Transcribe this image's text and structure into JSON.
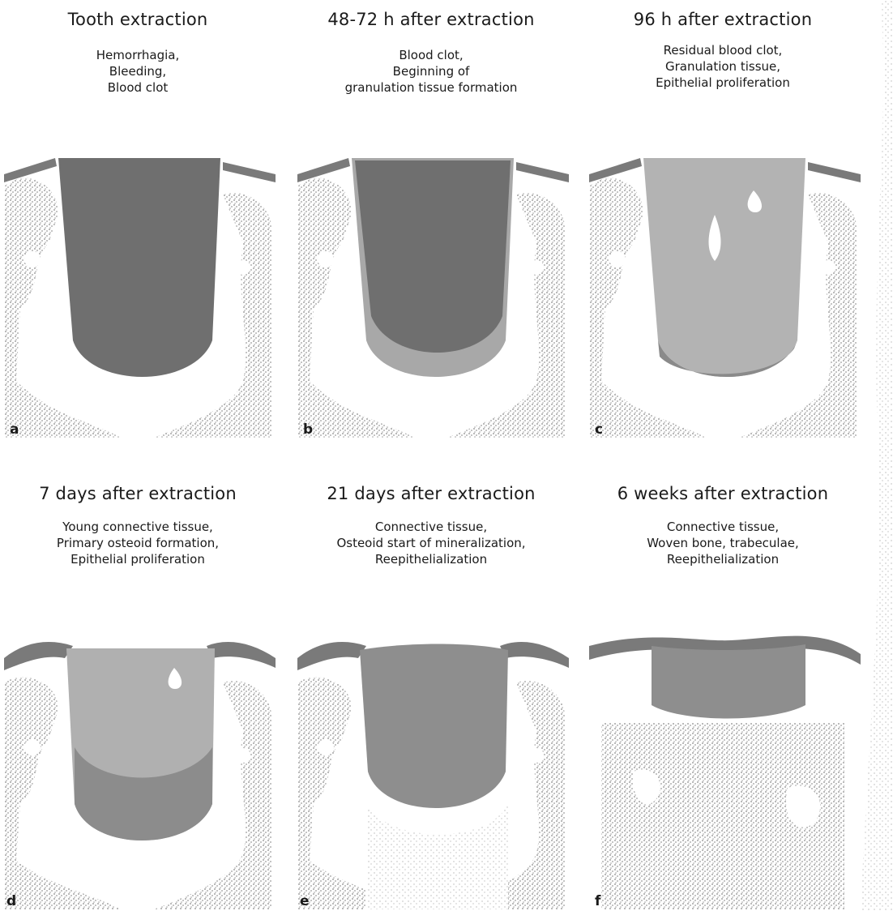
{
  "panels": [
    {
      "letter": "a",
      "title": "Tooth extraction",
      "lines": [
        "Hemorrhagia,",
        "Bleeding,",
        "Blood clot"
      ]
    },
    {
      "letter": "b",
      "title": "48-72 h after extraction",
      "lines": [
        "Blood clot,",
        "Beginning of",
        "granulation tissue formation"
      ]
    },
    {
      "letter": "c",
      "title": "96 h after extraction",
      "lines": [
        "Residual blood clot,",
        "Granulation tissue,",
        "Epithelial proliferation"
      ]
    },
    {
      "letter": "d",
      "title": "7 days after extraction",
      "lines": [
        "Young connective tissue,",
        "Primary osteoid formation,",
        "Epithelial proliferation"
      ]
    },
    {
      "letter": "e",
      "title": "21 days after extraction",
      "lines": [
        "Connective tissue,",
        "Osteoid start of mineralization,",
        "Reepithelialization"
      ]
    },
    {
      "letter": "f",
      "title": "6 weeks after extraction",
      "lines": [
        "Connective tissue,",
        "Woven bone, trabeculae,",
        "Reepithelialization"
      ]
    }
  ]
}
